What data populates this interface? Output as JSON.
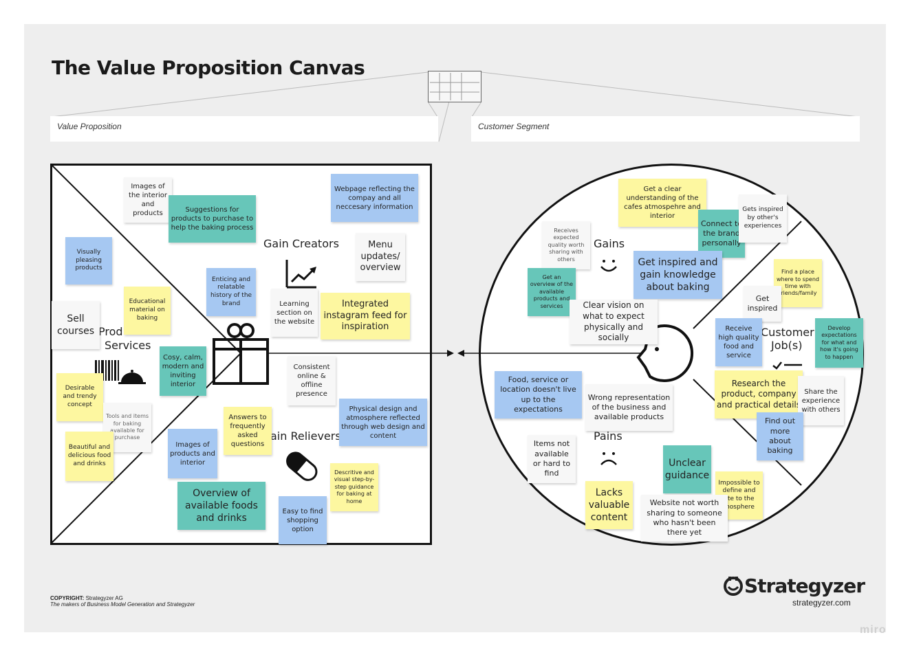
{
  "title": "The Value Proposition Canvas",
  "labels": {
    "value_proposition": "Value Proposition",
    "customer_segment": "Customer Segment"
  },
  "sections": {
    "gain_creators": "Gain Creators",
    "products_services_line1": "Prod",
    "products_services_line2": "Services",
    "pain_relievers": "ain Relievers",
    "gains": "Gains",
    "pains": "Pains",
    "customer_jobs_line1": "Customer",
    "customer_jobs_line2": "Job(s)"
  },
  "notes": {
    "images_interior": "Images of the interior and products",
    "suggestions": "Suggestions for products to purchase to help the baking process",
    "webpage": "Webpage reflecting the compay and all neccesary information",
    "menu_updates": "Menu updates/ overview",
    "visually_pleasing": "Visually pleasing products",
    "enticing": "Enticing and relatable history of the brand",
    "learning_section": "Learning section on the website",
    "integrated_instagram": "Integrated instagram feed for inspiration",
    "educational": "Educational material on baking",
    "sell_courses": "Sell courses",
    "cosy": "Cosy, calm, modern and inviting interior",
    "consistent": "Consistent online & offline presence",
    "desirable": "Desirable and trendy concept",
    "tools": "Tools and items for baking available for purchase",
    "physical_design": "Physical design and atmosphere reflected through web design and content",
    "answers_faq": "Answers to frequently asked questions",
    "images_products": "Images of products and interior",
    "beautiful": "Beautiful and delicious food and drinks",
    "overview_foods": "Overview of available foods and drinks",
    "descriptive": "Descritive and visual step-by-step guidance for baking at home",
    "easy_to_find": "Easy to find shopping option",
    "clear_understanding": "Get a clear understanding of the cafes atmospehre and interior",
    "connect_brand": "Connect to the brand personally",
    "inspired_others": "Gets inspired by other's experiences",
    "receives_expected": "Receives expected quality worth sharing with others",
    "get_inspired_knowledge": "Get inspired and gain knowledge about baking",
    "find_place": "Find a place where to spend time with friends/family",
    "get_overview": "Get an overview of the available products and services",
    "get_inspired": "Get inspired",
    "clear_vision": "Clear vision on what to expect physically and socially",
    "receive_quality": "Receive high quality food and service",
    "develop_expectations": "Develop expectations for what and how it's going to happen",
    "research": "Research the product, company and practical details",
    "share_experience": "Share the experience with others",
    "food_service_location": "Food, service or location doesn't live up to the expectations",
    "wrong_representation": "Wrong representation of the business and available products",
    "find_out_more": "Find out more about baking",
    "items_not_available": "Items not available or hard to find",
    "unclear_guidance": "Unclear guidance",
    "impossible_define": "Impossible to define and ate to the mosphere",
    "lacks_content": "Lacks valuable content",
    "website_not_worth": "Website not worth sharing to someone who hasn't been there yet"
  },
  "footer": {
    "copyright_label": "COPYRIGHT:",
    "copyright_owner": "Strategyzer AG",
    "tagline": "The makers of Business Model Generation and Strategyzer",
    "brand": "Strategyzer",
    "url": "strategyzer.com",
    "watermark": "miro"
  },
  "colors": {
    "board": "#eeeeee",
    "yellow_note": "#fdf7a0",
    "blue_note": "#a6c8f2",
    "teal_note": "#67c6b9",
    "white_note": "#f7f7f7"
  }
}
